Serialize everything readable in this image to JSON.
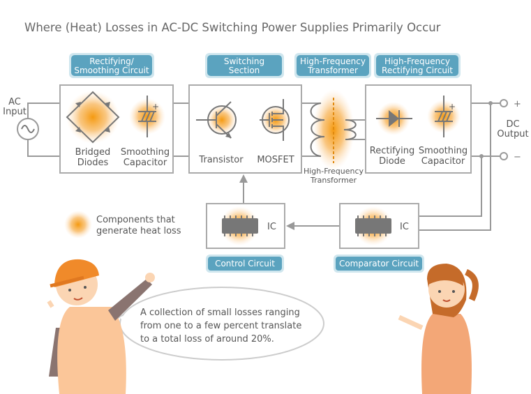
{
  "title": "Where (Heat) Losses in AC-DC Switching Power Supplies Primarily Occur",
  "section_labels": {
    "rectifying": [
      "Rectifying/",
      "Smoothing Circuit"
    ],
    "switching": [
      "Switching",
      "Section"
    ],
    "transformer": [
      "High-Frequency",
      "Transformer"
    ],
    "hf_rectifying": [
      "High-Frequency",
      "Rectifying Circuit"
    ],
    "control": "Control Circuit",
    "comparator": "Comparator Circuit"
  },
  "ac_input": [
    "AC",
    "Input"
  ],
  "dc_output": [
    "DC",
    "Output"
  ],
  "polarity": {
    "plus": "+",
    "minus": "−"
  },
  "components": {
    "bridged_diodes": [
      "Bridged",
      "Diodes"
    ],
    "smoothing_capacitor": [
      "Smoothing",
      "Capacitor"
    ],
    "transistor": "Transistor",
    "mosfet": "MOSFET",
    "transformer": [
      "High-Frequency",
      "Transformer"
    ],
    "rectifying_diode": [
      "Rectifying",
      "Diode"
    ],
    "smoothing_capacitor_2": [
      "Smoothing",
      "Capacitor"
    ],
    "ic_control": "IC",
    "ic_comparator": "IC"
  },
  "legend": [
    "Components that",
    "generate heat loss"
  ],
  "speech": [
    "A collection of small losses ranging",
    "from one to a few percent translate",
    "to a total loss of around 20%."
  ],
  "colors": {
    "pill": "#5ba3bf",
    "glow": "#f5a020",
    "wire": "#999999"
  }
}
